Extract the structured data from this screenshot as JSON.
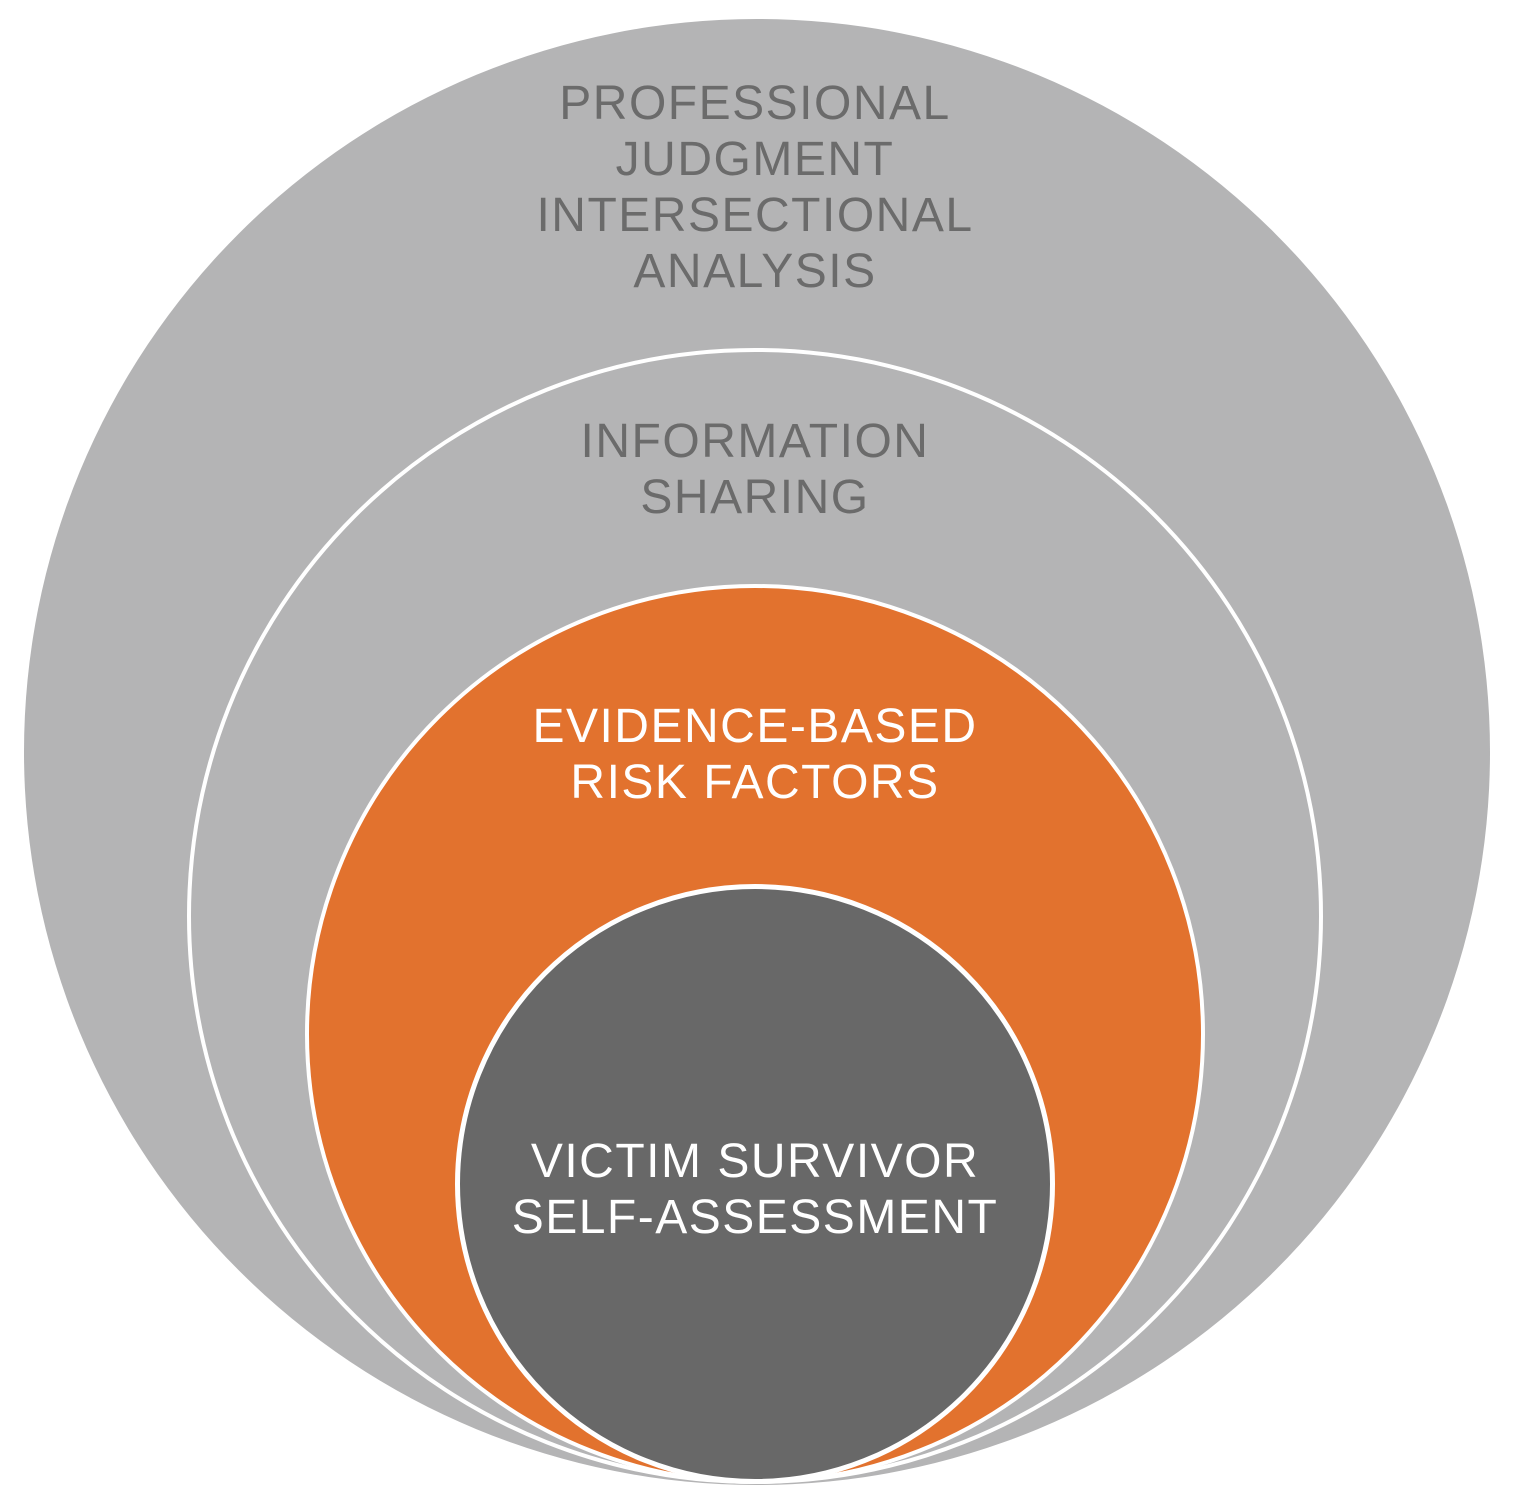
{
  "diagram": {
    "type": "nested-circles",
    "background": "#ffffff",
    "rings": [
      {
        "name": "professional-judgment-intersectional-analysis",
        "label": "PROFESSIONAL JUDGMENT INTERSECTIONAL ANALYSIS",
        "lines": [
          "PROFESSIONAL",
          "JUDGMENT",
          "INTERSECTIONAL",
          "ANALYSIS"
        ],
        "fill": "#b4b4b5",
        "text_color": "#6b6b6b",
        "stroke": "none"
      },
      {
        "name": "information-sharing",
        "label": "INFORMATION SHARING",
        "lines": [
          "INFORMATION",
          "SHARING"
        ],
        "fill": "#b4b4b5",
        "text_color": "#6b6b6b",
        "stroke": "#ffffff"
      },
      {
        "name": "evidence-based-risk-factors",
        "label": "EVIDENCE-BASED RISK FACTORS",
        "lines": [
          "EVIDENCE-BASED",
          "RISK FACTORS"
        ],
        "fill": "#e2722e",
        "text_color": "#ffffff",
        "stroke": "#ffffff"
      },
      {
        "name": "victim-survivor-self-assessment",
        "label": "VICTIM SURVIVOR SELF-ASSESSMENT",
        "lines": [
          "VICTIM SURVIVOR",
          "SELF-ASSESSMENT"
        ],
        "fill": "#686868",
        "text_color": "#ffffff",
        "stroke": "#ffffff"
      }
    ]
  }
}
